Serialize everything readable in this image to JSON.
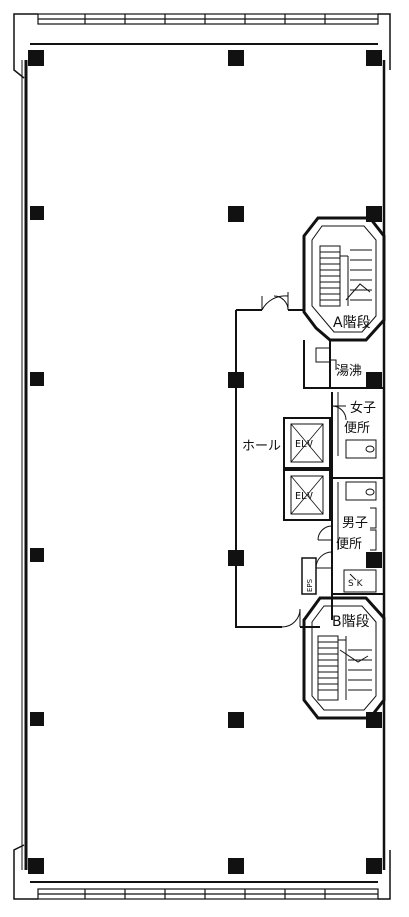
{
  "floor_plan": {
    "labels": {
      "stair_a": "A階段",
      "kettle": "湯沸",
      "womens_restroom_1": "女子",
      "womens_restroom_2": "便所",
      "hall": "ホール",
      "elevator_1": "ELV",
      "elevator_2": "ELV",
      "mens_restroom_1": "男子",
      "mens_restroom_2": "便所",
      "eps": "EPS",
      "sk": "S K",
      "stair_b": "B階段"
    }
  }
}
